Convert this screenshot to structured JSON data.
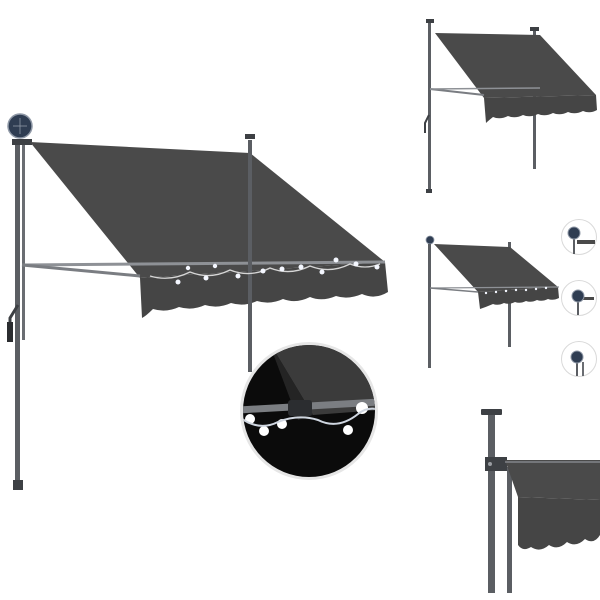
{
  "colors": {
    "background": "#ffffff",
    "fabric": "#4a4a4a",
    "fabric_dark": "#3a3a3a",
    "fabric_light": "#5a5a5a",
    "pole": "#5b5e63",
    "pole_dark": "#3d4044",
    "led": "#f4f7ff",
    "led_glow": "#dfe8ff",
    "detail_bg": "#2e2e2e",
    "detail_ring": "#e6e6e6",
    "solar": "#2f3d52"
  },
  "views": [
    {
      "id": "main-awning",
      "icon": "awning-with-led-lights-icon"
    },
    {
      "id": "led-detail-closeup",
      "icon": "led-light-closeup-icon"
    },
    {
      "id": "awning-view-plain",
      "icon": "awning-icon"
    },
    {
      "id": "awning-view-leds",
      "icon": "awning-with-led-lights-icon"
    },
    {
      "id": "solar-panel-view-1",
      "icon": "solar-panel-icon"
    },
    {
      "id": "solar-panel-view-2",
      "icon": "solar-panel-icon"
    },
    {
      "id": "solar-panel-view-3",
      "icon": "solar-panel-icon"
    },
    {
      "id": "bracket-detail",
      "icon": "mounting-bracket-icon"
    }
  ]
}
